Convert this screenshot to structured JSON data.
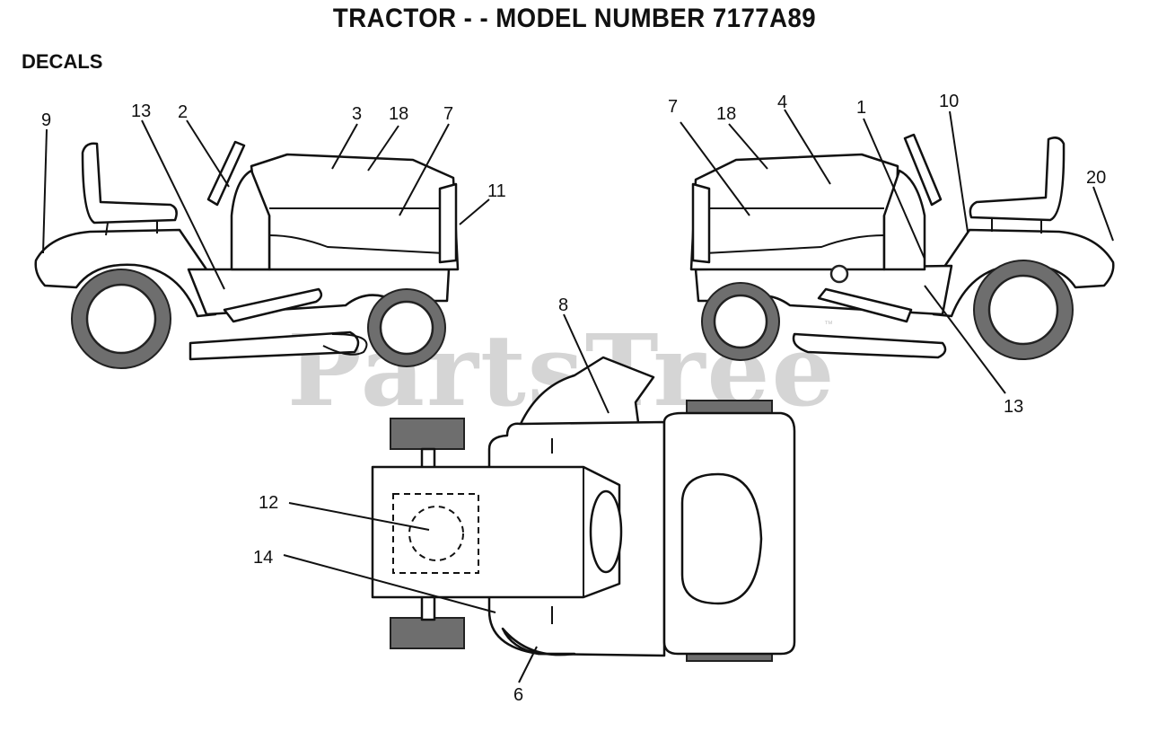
{
  "title": "TRACTOR - - MODEL NUMBER 7177A89",
  "subtitle": "DECALS",
  "watermark": "PartsTree",
  "watermark_mark": "™",
  "callouts": {
    "left_9": "9",
    "left_13": "13",
    "left_2": "2",
    "left_3": "3",
    "left_18": "18",
    "left_7": "7",
    "left_11": "11",
    "right_7": "7",
    "right_18": "18",
    "right_4": "4",
    "right_1": "1",
    "right_10": "10",
    "right_20": "20",
    "right_13": "13",
    "top_8": "8",
    "top_12": "12",
    "top_14": "14",
    "top_6": "6"
  }
}
